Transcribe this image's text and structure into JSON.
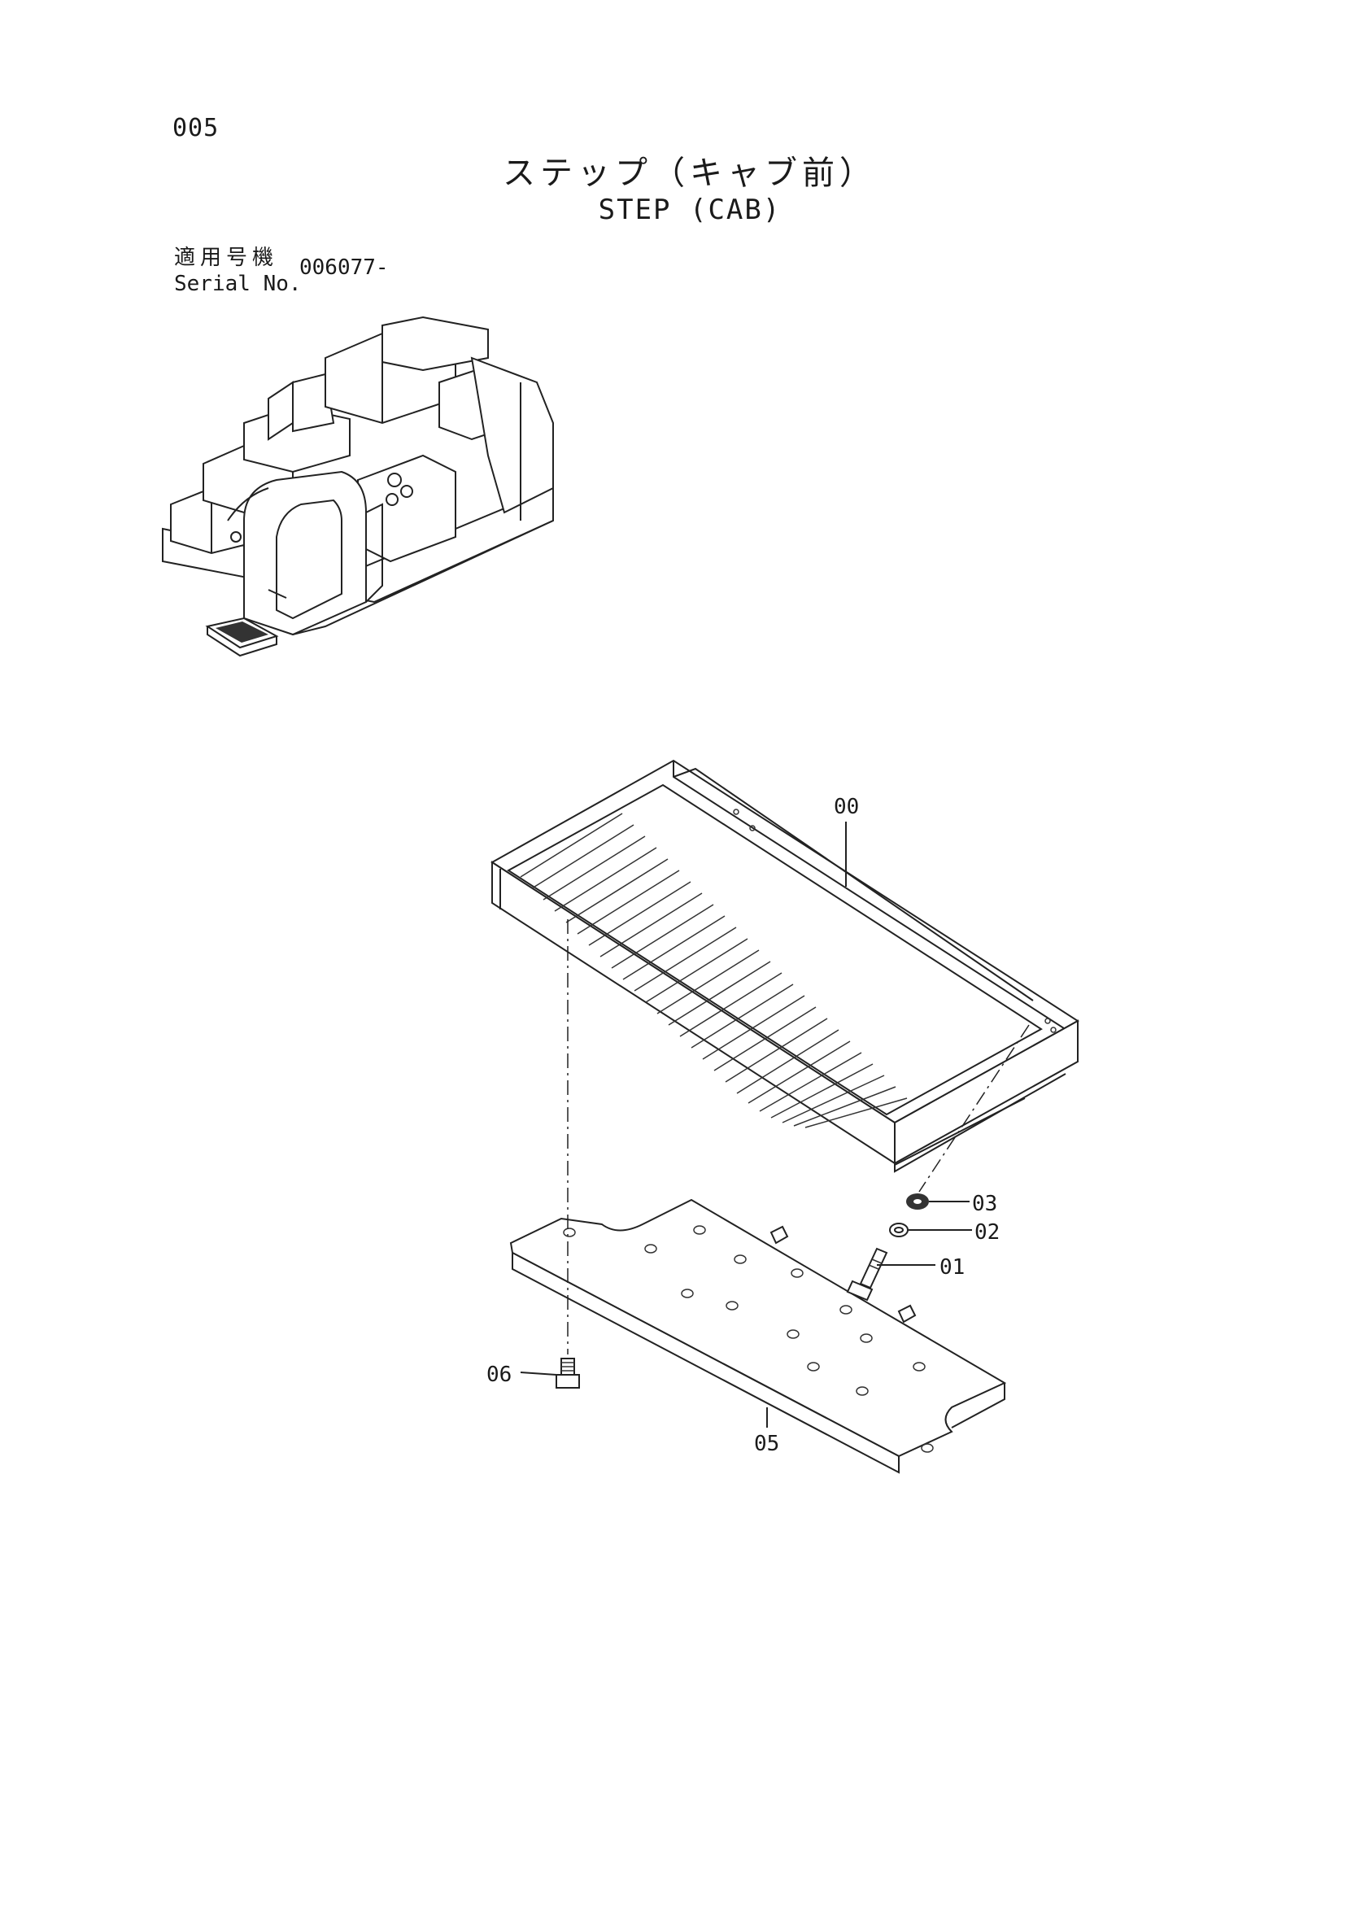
{
  "header": {
    "page_number": "005",
    "title_jp": "ステップ（キャブ前）",
    "title_en": "STEP (CAB)",
    "serial_label_jp": "適用号機",
    "serial_label_en": "Serial No.",
    "serial_value": "006077-"
  },
  "callouts": {
    "p00": "00",
    "p01": "01",
    "p02": "02",
    "p03": "03",
    "p05": "05",
    "p06": "06"
  }
}
